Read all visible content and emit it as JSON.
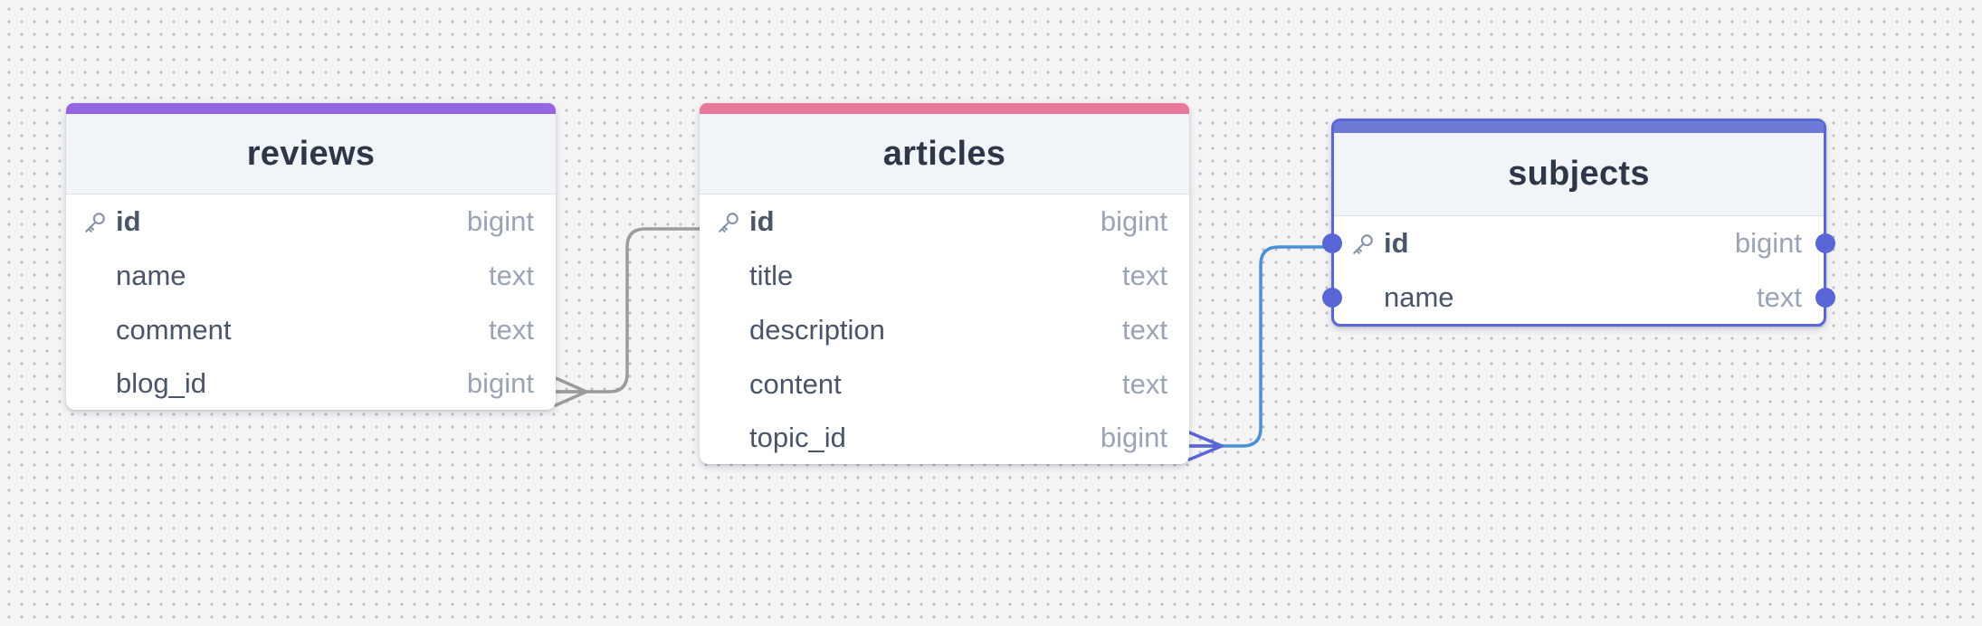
{
  "diagram": {
    "tables": [
      {
        "id": "reviews",
        "name": "reviews",
        "accent_color": "#9466e2",
        "selected": false,
        "fields": [
          {
            "name": "id",
            "type": "bigint",
            "primary_key": true
          },
          {
            "name": "name",
            "type": "text",
            "primary_key": false
          },
          {
            "name": "comment",
            "type": "text",
            "primary_key": false
          },
          {
            "name": "blog_id",
            "type": "bigint",
            "primary_key": false
          }
        ]
      },
      {
        "id": "articles",
        "name": "articles",
        "accent_color": "#e8799a",
        "selected": false,
        "fields": [
          {
            "name": "id",
            "type": "bigint",
            "primary_key": true
          },
          {
            "name": "title",
            "type": "text",
            "primary_key": false
          },
          {
            "name": "description",
            "type": "text",
            "primary_key": false
          },
          {
            "name": "content",
            "type": "text",
            "primary_key": false
          },
          {
            "name": "topic_id",
            "type": "bigint",
            "primary_key": false
          }
        ]
      },
      {
        "id": "subjects",
        "name": "subjects",
        "accent_color": "#6e7bd6",
        "selected": true,
        "fields": [
          {
            "name": "id",
            "type": "bigint",
            "primary_key": true
          },
          {
            "name": "name",
            "type": "text",
            "primary_key": false
          }
        ]
      }
    ],
    "relationships": [
      {
        "from_table": "reviews",
        "from_field": "blog_id",
        "to_table": "articles",
        "to_field": "id",
        "cardinality": "many-to-one",
        "color": "#9b9b9b"
      },
      {
        "from_table": "articles",
        "from_field": "topic_id",
        "to_table": "subjects",
        "to_field": "id",
        "cardinality": "many-to-one",
        "color": "#4a90d9",
        "crowfoot_color": "#5b66d6"
      }
    ],
    "colors": {
      "canvas_background": "#f4f4f5",
      "grid_dot": "#b9bcc4",
      "header_background": "#f1f4f9",
      "title_text": "#2d3748",
      "field_text": "#4a5568",
      "type_text": "#9aa4b5",
      "selection": "#5b66d6"
    },
    "icons": {
      "primary_key": "key-icon",
      "connection_handle": "handle-dot"
    }
  }
}
